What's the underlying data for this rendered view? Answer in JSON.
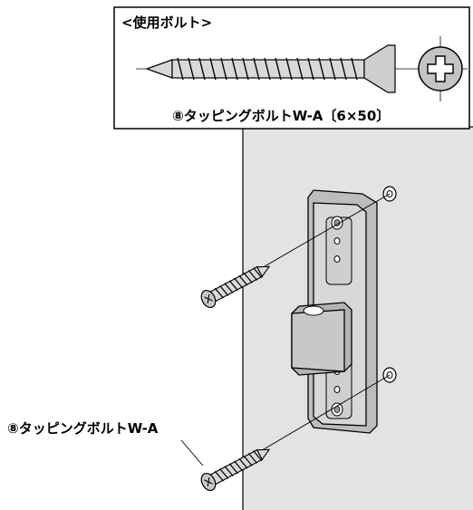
{
  "box": {
    "title": "<使用ボルト>",
    "caption": "⑧タッピングボルトW-A〔6×50〕"
  },
  "callout": {
    "label": "⑧タッピングボルトW-A"
  },
  "colors": {
    "wall": "#e3e3e3",
    "bracket": "#d4d4d4",
    "hinge": "#bdbdbd",
    "line": "#000000",
    "head": "#b8b8b8"
  }
}
